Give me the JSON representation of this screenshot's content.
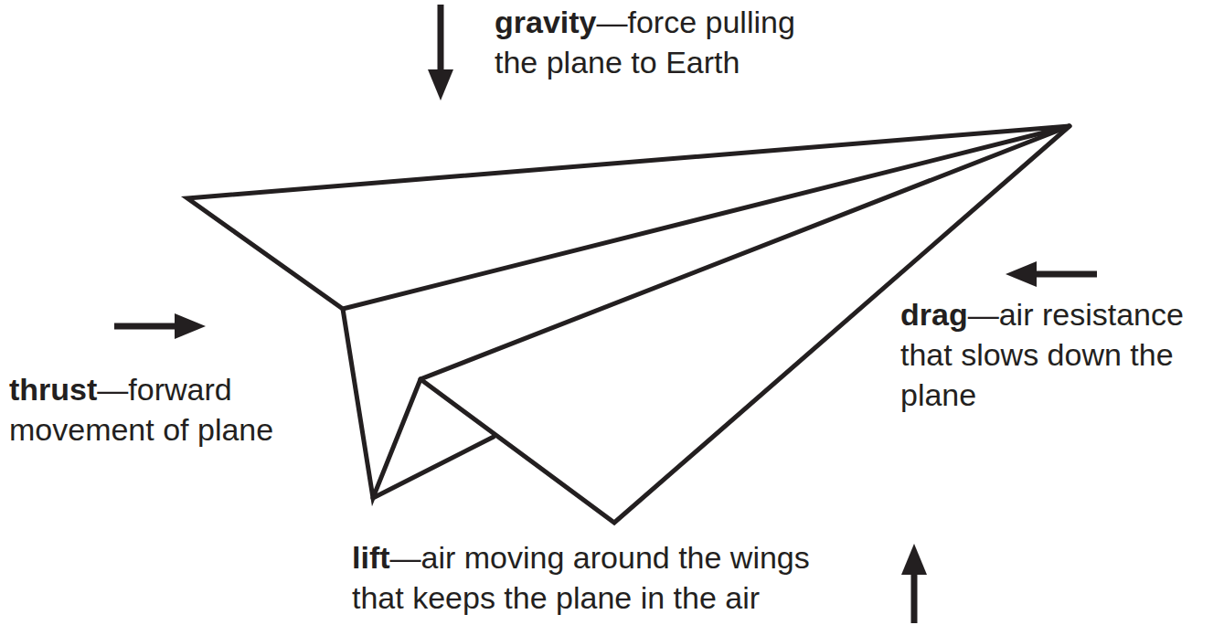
{
  "diagram": {
    "labels": [
      "gravity",
      "—force pulling the plane to Earth",
      "thrust",
      "—forward movement of plane",
      "drag",
      "—air resistance that slows down the plane",
      "lift",
      "—air moving around the wings that keeps the plane in the air"
    ]
  }
}
